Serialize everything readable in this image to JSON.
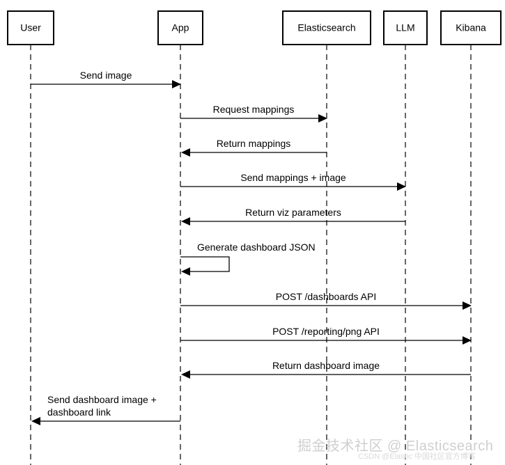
{
  "actors": [
    {
      "id": "user",
      "label": "User"
    },
    {
      "id": "app",
      "label": "App"
    },
    {
      "id": "es",
      "label": "Elasticsearch"
    },
    {
      "id": "llm",
      "label": "LLM"
    },
    {
      "id": "kibana",
      "label": "Kibana"
    }
  ],
  "messages": [
    {
      "from": "user",
      "to": "app",
      "lines": [
        "Send image"
      ]
    },
    {
      "from": "app",
      "to": "es",
      "lines": [
        "Request mappings"
      ]
    },
    {
      "from": "es",
      "to": "app",
      "lines": [
        "Return mappings"
      ]
    },
    {
      "from": "app",
      "to": "llm",
      "lines": [
        "Send mappings + image"
      ]
    },
    {
      "from": "llm",
      "to": "app",
      "lines": [
        "Return viz parameters"
      ]
    },
    {
      "from": "app",
      "to": "app",
      "lines": [
        "Generate dashboard JSON"
      ]
    },
    {
      "from": "app",
      "to": "kibana",
      "lines": [
        "POST /dashboards API"
      ]
    },
    {
      "from": "app",
      "to": "kibana",
      "lines": [
        "POST /reporting/png API"
      ]
    },
    {
      "from": "kibana",
      "to": "app",
      "lines": [
        "Return dashboard image"
      ]
    },
    {
      "from": "app",
      "to": "user",
      "lines": [
        "Send dashboard image +",
        "dashboard link"
      ]
    }
  ],
  "watermark": {
    "main": "掘金技术社区 @ Elasticsearch",
    "sub": "CSDN @Elastic 中国社区官方博客"
  }
}
